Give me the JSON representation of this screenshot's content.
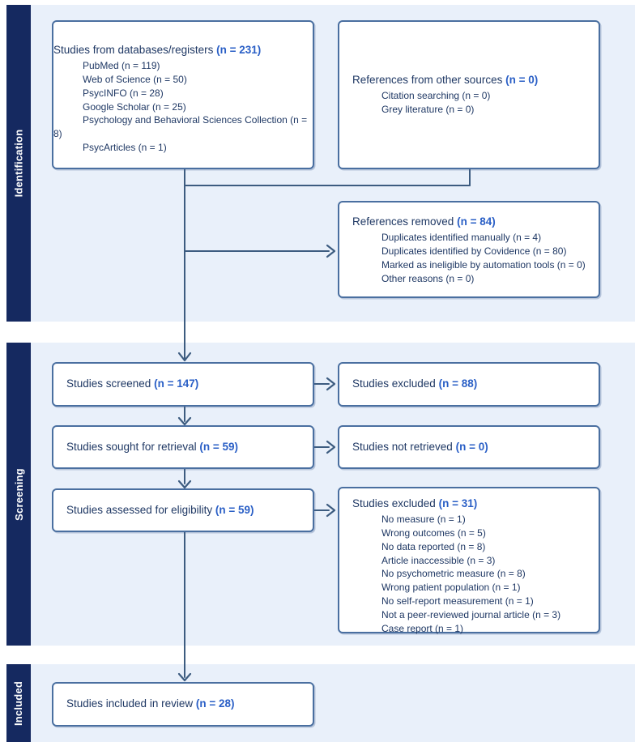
{
  "colors": {
    "stage_bar": "#152960",
    "panel_background": "#e9f0fa",
    "box_border": "#4a6fa0",
    "connector": "#3d5c80",
    "text": "#1f3864",
    "count_accent": "#2a5fc6"
  },
  "stages": [
    {
      "label": "Identification"
    },
    {
      "label": "Screening"
    },
    {
      "label": "Included"
    }
  ],
  "flow": {
    "boxes": [
      {
        "title": "Studies from databases/registers",
        "count": "(n = 231)",
        "items": [
          "PubMed (n = 119)",
          "Web of Science (n = 50)",
          "PsycINFO (n = 28)",
          "Google Scholar (n = 25)",
          "Psychology and Behavioral Sciences Collection (n = 8)",
          "PsycArticles (n = 1)"
        ]
      },
      {
        "title": "References from other sources",
        "count": "(n = 0)",
        "items": [
          "Citation searching (n = 0)",
          "Grey literature (n = 0)"
        ]
      },
      {
        "title": "References removed",
        "count": "(n = 84)",
        "items": [
          "Duplicates identified manually (n = 4)",
          "Duplicates identified by Covidence (n = 80)",
          "Marked as ineligible by automation tools (n = 0)",
          "Other reasons (n = 0)"
        ]
      },
      {
        "title": "Studies screened",
        "count": "(n = 147)",
        "items": []
      },
      {
        "title": "Studies excluded",
        "count": "(n = 88)",
        "items": []
      },
      {
        "title": "Studies sought for retrieval",
        "count": "(n = 59)",
        "items": []
      },
      {
        "title": "Studies not retrieved",
        "count": "(n = 0)",
        "items": []
      },
      {
        "title": "Studies assessed for eligibility",
        "count": "(n = 59)",
        "items": []
      },
      {
        "title": "Studies excluded",
        "count": "(n = 31)",
        "items": [
          "No measure (n = 1)",
          "Wrong outcomes (n = 5)",
          "No data reported (n = 8)",
          "Article inaccessible (n = 3)",
          "No psychometric measure (n = 8)",
          "Wrong patient population (n = 1)",
          "No self-report measurement (n = 1)",
          "Not a peer-reviewed journal article (n = 3)",
          "Case report (n = 1)"
        ]
      },
      {
        "title": "Studies included in review",
        "count": "(n = 28)",
        "items": []
      }
    ]
  }
}
